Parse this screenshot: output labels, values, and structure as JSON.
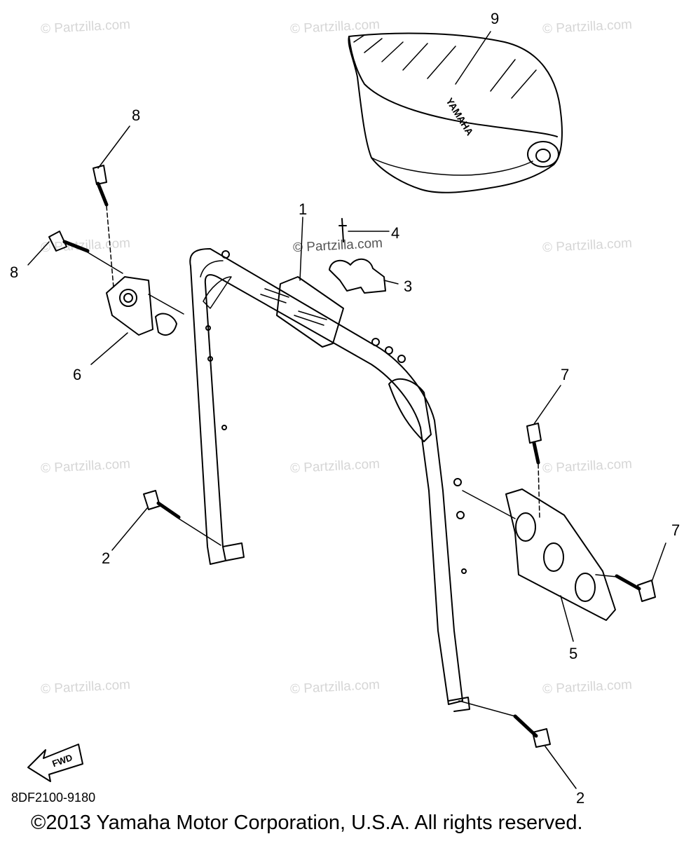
{
  "diagram_code": "8DF2100-9180",
  "copyright": "©2013  Yamaha Motor Corporation, U.S.A. All rights reserved.",
  "watermark": "© Partzilla.com",
  "seat_brand_text": "YAMAHA",
  "fwd_label": "FWD",
  "callouts": {
    "p1": "1",
    "p2a": "2",
    "p2b": "2",
    "p3": "3",
    "p4": "4",
    "p5": "5",
    "p6": "6",
    "p7a": "7",
    "p7b": "7",
    "p8a": "8",
    "p8b": "8",
    "p9": "9"
  }
}
